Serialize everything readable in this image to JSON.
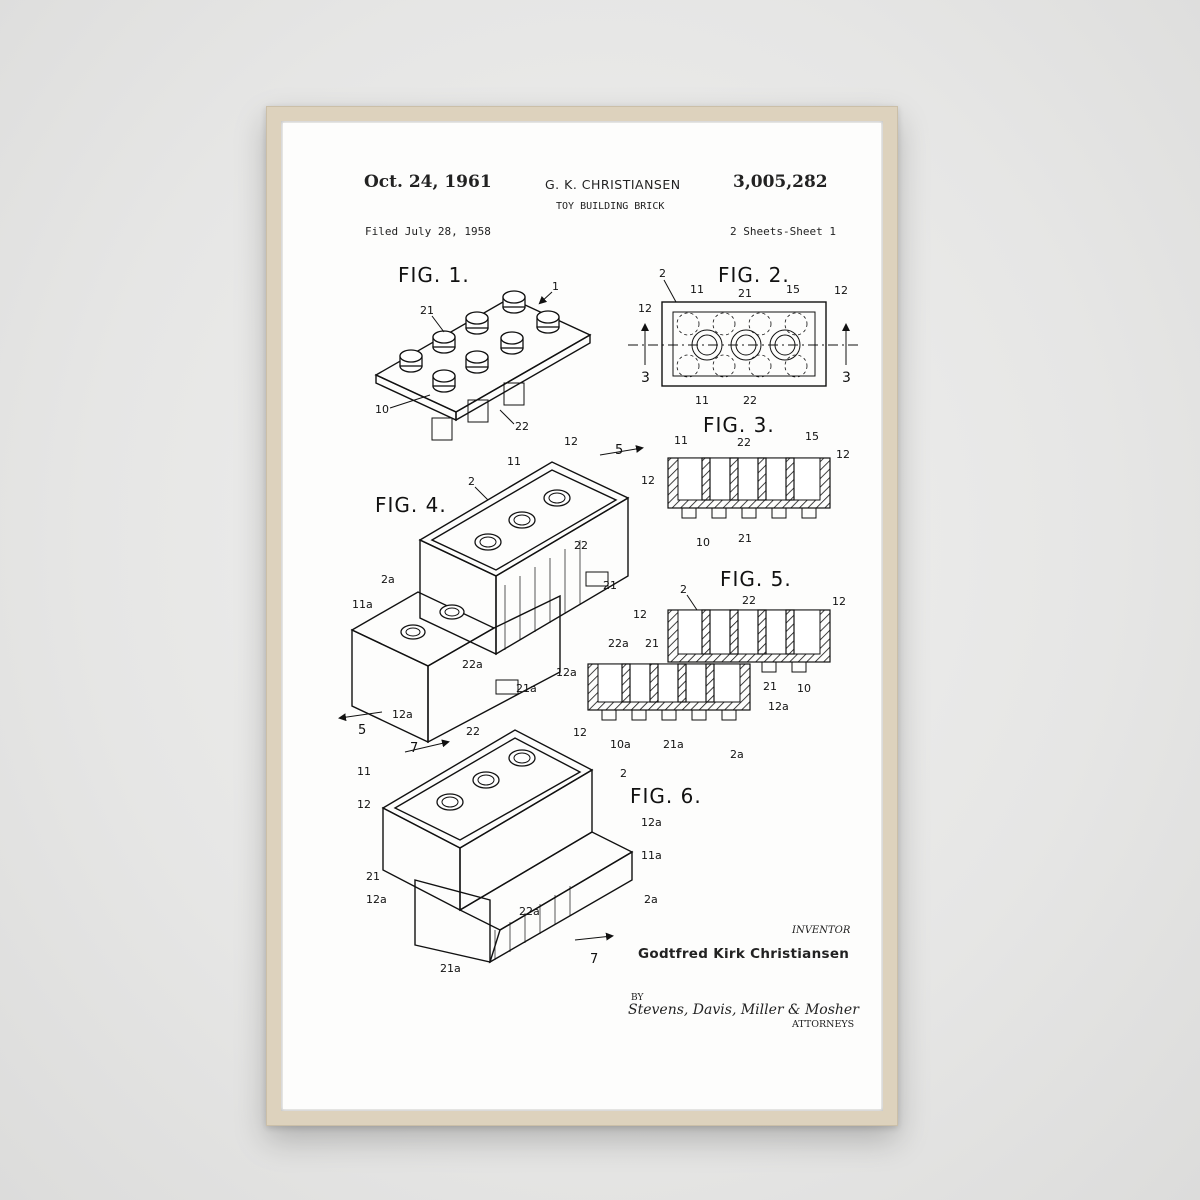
{
  "patent": {
    "date": "Oct. 24, 1961",
    "inventor_short": "G. K. CHRISTIANSEN",
    "number": "3,005,282",
    "title": "TOY BUILDING BRICK",
    "filed": "Filed July 28, 1958",
    "sheets": "2 Sheets-Sheet 1"
  },
  "figures": {
    "fig1": "FIG. 1.",
    "fig2": "FIG. 2.",
    "fig3": "FIG. 3.",
    "fig4": "FIG. 4.",
    "fig5": "FIG. 5.",
    "fig6": "FIG. 6."
  },
  "refs": {
    "r1": "1",
    "r2": "2",
    "r2a": "2a",
    "r3": "3",
    "r5": "5",
    "r7": "7",
    "r10": "10",
    "r10a": "10a",
    "r11": "11",
    "r11a": "11a",
    "r12": "12",
    "r12a": "12a",
    "r15": "15",
    "r21": "21",
    "r21a": "21a",
    "r22": "22",
    "r22a": "22a"
  },
  "signature": {
    "inventor_label": "INVENTOR",
    "inventor_name": "Godtfred Kirk Christiansen",
    "by": "BY",
    "attorneys_signature": "Stevens, Davis, Miller & Mosher",
    "attorneys_label": "ATTORNEYS"
  }
}
